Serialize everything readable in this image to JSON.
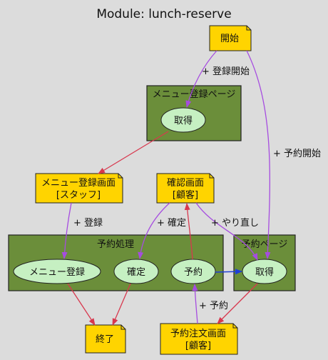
{
  "title": "Module: lunch-reserve",
  "packages": {
    "menu_page": "メニュー登録ページ",
    "yoyaku_shori": "予約処理",
    "yoyaku_page": "予約ページ"
  },
  "notes": {
    "start": [
      "開始"
    ],
    "menu_reg_screen": [
      "メニュー登録画面",
      "[スタッフ]"
    ],
    "confirm_screen": [
      "確認画面",
      "[顧客]"
    ],
    "end": [
      "終了"
    ],
    "order_screen": [
      "予約注文画面",
      "[顧客]"
    ]
  },
  "nodes": {
    "menu_get": "取得",
    "menu_register": "メニュー登録",
    "kakutei": "確定",
    "yoyaku": "予約",
    "yoyaku_get": "取得"
  },
  "edge_labels": {
    "to_menu_page": "+ 登録開始",
    "to_yoyaku_page": "+ 予約開始",
    "register": "+ 登録",
    "confirm": "+ 確定",
    "redo": "+ やり直し",
    "reserve": "+ 予約"
  },
  "colors": {
    "package_fill": "#6b8e3a",
    "ellipse_fill": "#c6f0c2",
    "note_fill": "#ffd400",
    "purple": "#a64ce0",
    "red": "#d8384e",
    "blue": "#1f3fd6"
  }
}
